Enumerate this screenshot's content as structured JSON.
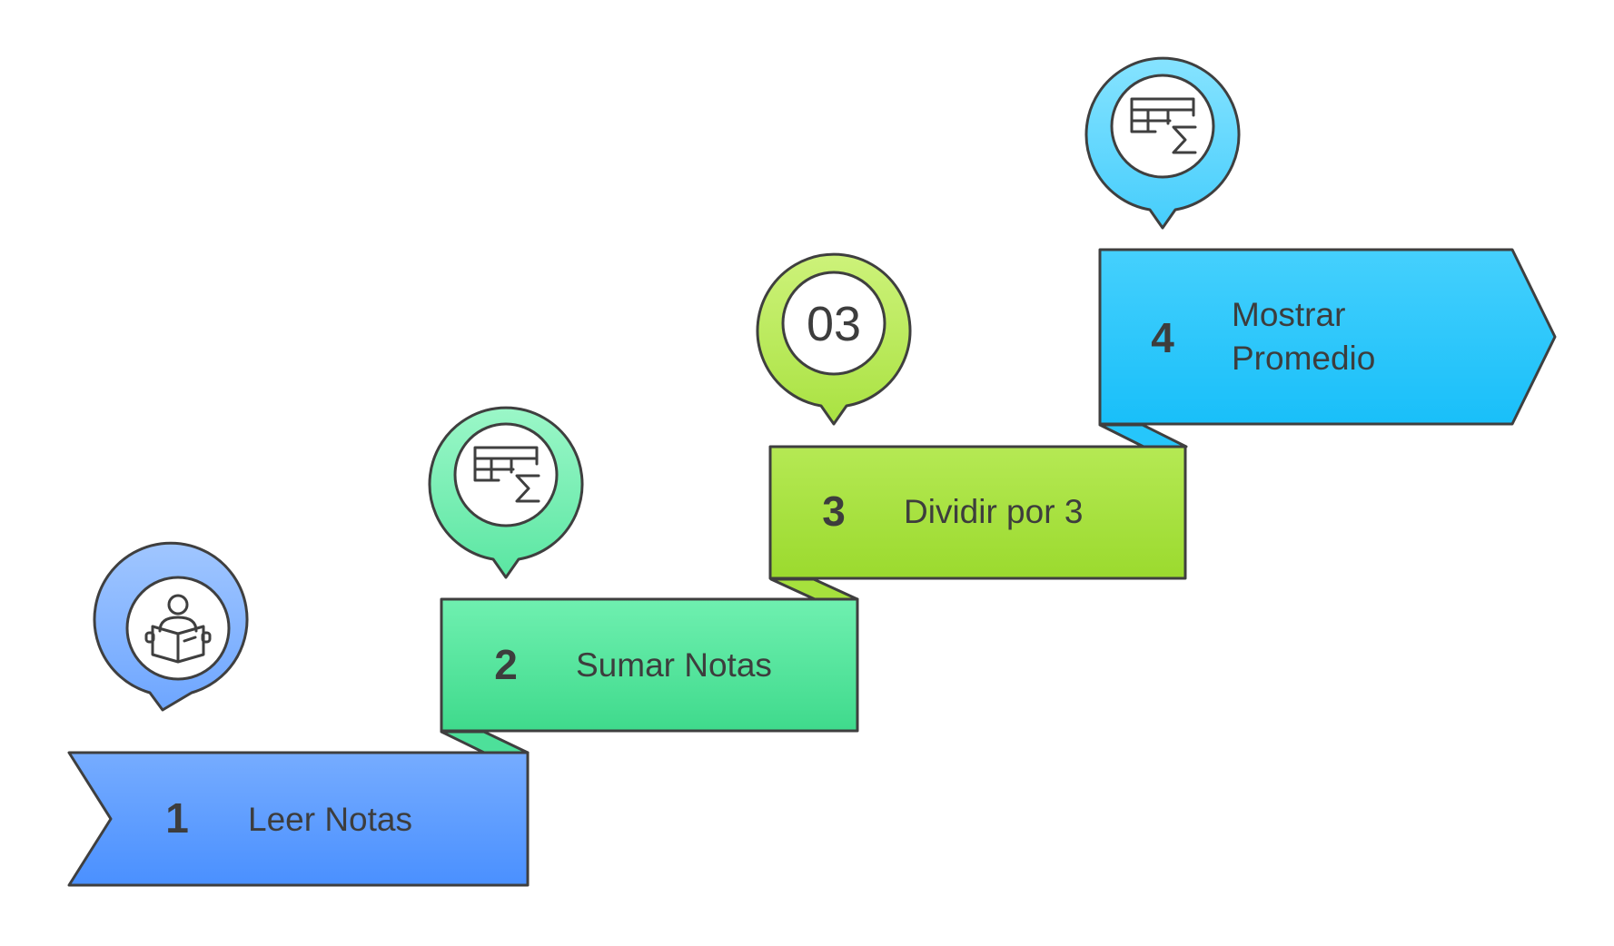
{
  "steps": [
    {
      "number": "1",
      "label": "Leer Notas",
      "icon": "reading-person-icon",
      "color": "#5a9cff"
    },
    {
      "number": "2",
      "label": "Sumar Notas",
      "icon": "spreadsheet-sum-icon",
      "color": "#4de09a"
    },
    {
      "number": "3",
      "label": "Dividir por 3",
      "pin_text": "03",
      "color": "#a6e13d"
    },
    {
      "number": "4",
      "label_line1": "Mostrar",
      "label_line2": "Promedio",
      "icon": "spreadsheet-sum-icon",
      "color": "#26c6fb"
    }
  ]
}
